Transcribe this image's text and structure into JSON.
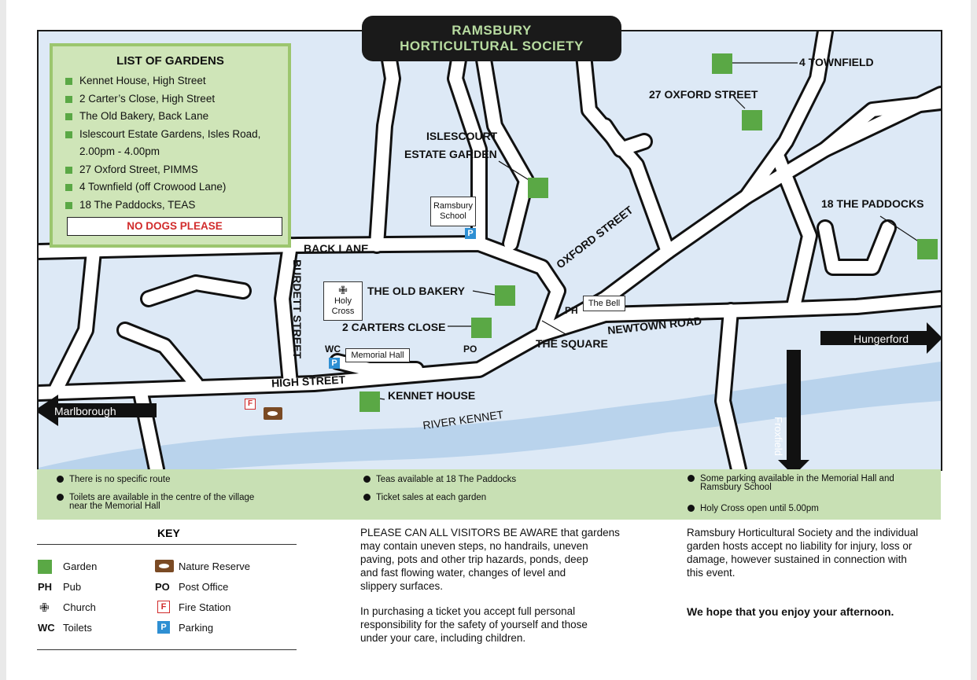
{
  "title": {
    "line1": "RAMSBURY",
    "line2": "HORTICULTURAL SOCIETY"
  },
  "gardens_list": {
    "heading": "LIST OF GARDENS",
    "items": [
      "Kennet House, High Street",
      "2 Carter’s Close, High Street",
      "The Old Bakery, Back Lane",
      "Islescourt Estate Gardens, Isles Road,",
      "27 Oxford Street,  PIMMS",
      "4 Townfield (off Crowood Lane)",
      "18 The Paddocks,  TEAS"
    ],
    "item4_cont": "2.00pm - 4.00pm",
    "no_dogs": "NO DOGS PLEASE"
  },
  "map_labels": {
    "townfield": "4 TOWNFIELD",
    "oxford27": "27 OXFORD STREET",
    "islescourt1": "ISLESCOURT",
    "islescourt2": "ESTATE GARDEN",
    "paddocks": "18 THE PADDOCKS",
    "back_lane": "BACK LANE",
    "oxford_street": "OXFORD STREET",
    "burdett_street": "BURDETT STREET",
    "old_bakery": "THE OLD BAKERY",
    "carters_close": "2 CARTERS CLOSE",
    "the_square": "THE SQUARE",
    "newtown_road": "NEWTOWN  ROAD",
    "high_street": "HIGH STREET",
    "kennet_house": "KENNET HOUSE",
    "river_kennet": "RIVER KENNET",
    "ph": "PH",
    "po": "PO",
    "wc": "WC",
    "the_bell": "The Bell",
    "memorial_hall": "Memorial Hall",
    "school1": "Ramsbury",
    "school2": "School",
    "holy1": "Holy",
    "holy2": "Cross",
    "p": "P",
    "f": "F",
    "hungerford": "Hungerford",
    "marlborough": "Marlborough",
    "froxfield": "Froxfield"
  },
  "notes": [
    "There is no specific route",
    "Toilets are available in the centre of the village",
    "near the Memorial Hall",
    "Teas available at 18 The Paddocks",
    "Ticket sales at each garden",
    "Some parking available in the Memorial Hall and",
    "Ramsbury School",
    "Holy Cross open until 5.00pm"
  ],
  "key": {
    "title": "KEY",
    "garden": "Garden",
    "ph_sym": "PH",
    "pub": "Pub",
    "church": "Church",
    "wc_sym": "WC",
    "toilets": "Toilets",
    "nature": "Nature Reserve",
    "po_sym": "PO",
    "post_office": "Post Office",
    "fire": "Fire Station",
    "parking": "Parking"
  },
  "paragraphs": {
    "warn1": "PLEASE CAN ALL VISITORS BE AWARE that gardens",
    "warn2": "may contain uneven steps, no handrails, uneven",
    "warn3": "paving, pots and other trip hazards, ponds, deep",
    "warn4": "and fast flowing water, changes of level and",
    "warn5": "slippery surfaces.",
    "ticket1": "In purchasing a ticket you accept full personal",
    "ticket2": "responsibility for the safety of yourself and those",
    "ticket3": "under your care, including children.",
    "liab1": "Ramsbury Horticultural Society and the individual",
    "liab2": "garden hosts accept no liability for injury, loss or",
    "liab3": "damage, however sustained in connection with",
    "liab4": "this event.",
    "enjoy": "We hope that you enjoy your afternoon."
  },
  "colors": {
    "garden_green": "#5aa845",
    "band_green": "#c8e0b4",
    "map_bg": "#dde9f6",
    "river": "#b9d3ec",
    "parking_blue": "#2e8fd3",
    "fire_red": "#d12b2b"
  }
}
